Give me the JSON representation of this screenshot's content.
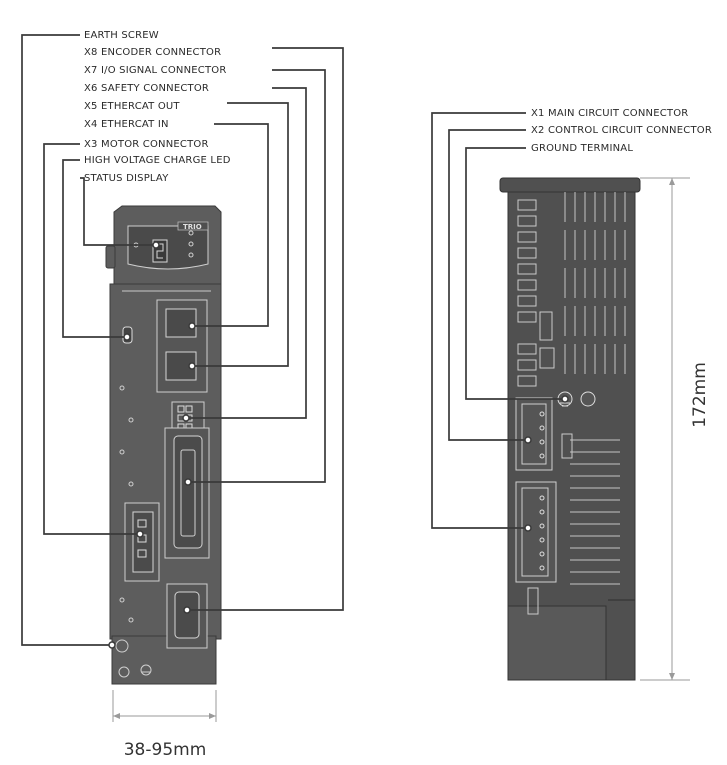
{
  "front_callouts": [
    {
      "key": "earth",
      "label": "EARTH SCREW"
    },
    {
      "key": "x8",
      "label": "X8 ENCODER CONNECTOR"
    },
    {
      "key": "x7",
      "label": "X7 I/O SIGNAL CONNECTOR"
    },
    {
      "key": "x6",
      "label": "X6 SAFETY CONNECTOR"
    },
    {
      "key": "x5",
      "label": "X5 ETHERCAT OUT"
    },
    {
      "key": "x4",
      "label": "X4 ETHERCAT IN"
    },
    {
      "key": "x3",
      "label": "X3 MOTOR CONNECTOR"
    },
    {
      "key": "hv",
      "label": "HIGH VOLTAGE CHARGE LED"
    },
    {
      "key": "status",
      "label": "STATUS DISPLAY"
    }
  ],
  "side_callouts": [
    {
      "key": "x1",
      "label": "X1 MAIN CIRCUIT CONNECTOR"
    },
    {
      "key": "x2",
      "label": "X2 CONTROL CIRCUIT CONNECTOR"
    },
    {
      "key": "ground",
      "label": "GROUND TERMINAL"
    }
  ],
  "dimensions": {
    "width_label": "38-95mm",
    "height_label": "172mm"
  },
  "device": {
    "logo_text": "TRIO"
  },
  "colors": {
    "body": "#5d5d5d",
    "leader": "#3a3a3a",
    "background": "#ffffff"
  }
}
